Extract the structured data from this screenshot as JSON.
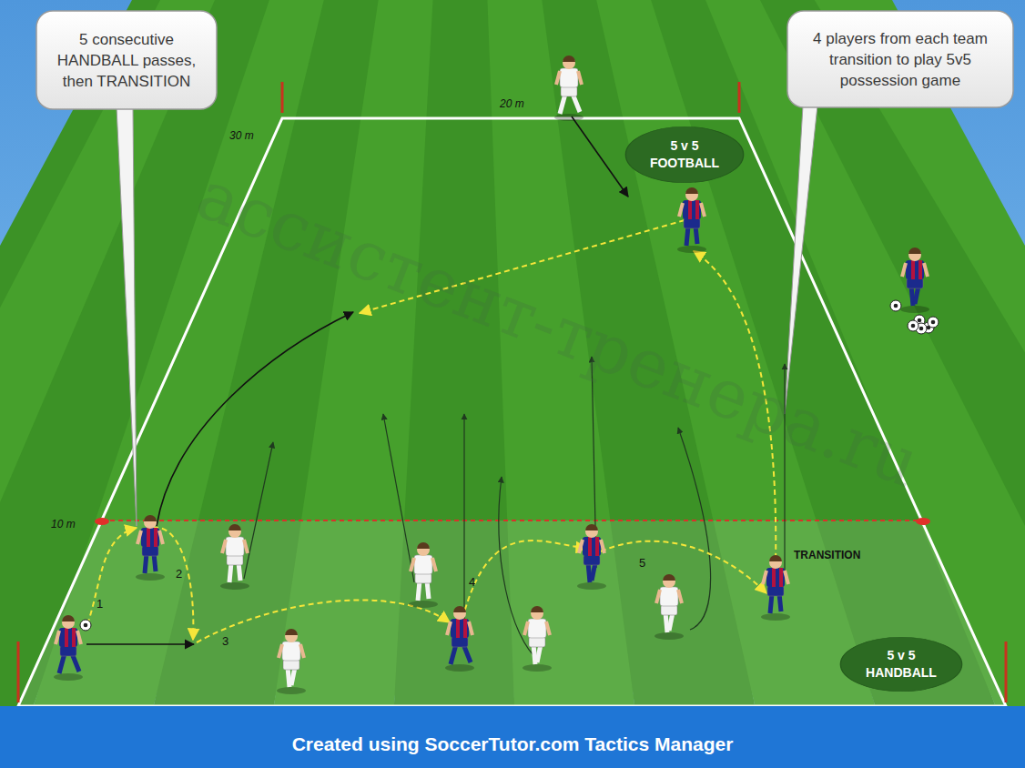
{
  "diagram": {
    "caption": "Created using SoccerTutor.com Tactics Manager",
    "nodes": [
      {
        "text": [
          "5 consecutive HANDBALL passes, then TRANSITION"
        ]
      },
      {
        "text": [
          "4 players from each team transition to play 5v5 possession game"
        ]
      },
      {
        "text": [
          "5 v 5 FOOTBALL"
        ]
      },
      {
        "text": [
          "5 v 5 HANDBALL"
        ]
      }
    ],
    "labels": [
      "ассистент-тренера.ru",
      "20 m",
      "30 m",
      "10 m",
      "TRANSITION",
      "1",
      "2",
      "3",
      "4",
      "5"
    ]
  }
}
